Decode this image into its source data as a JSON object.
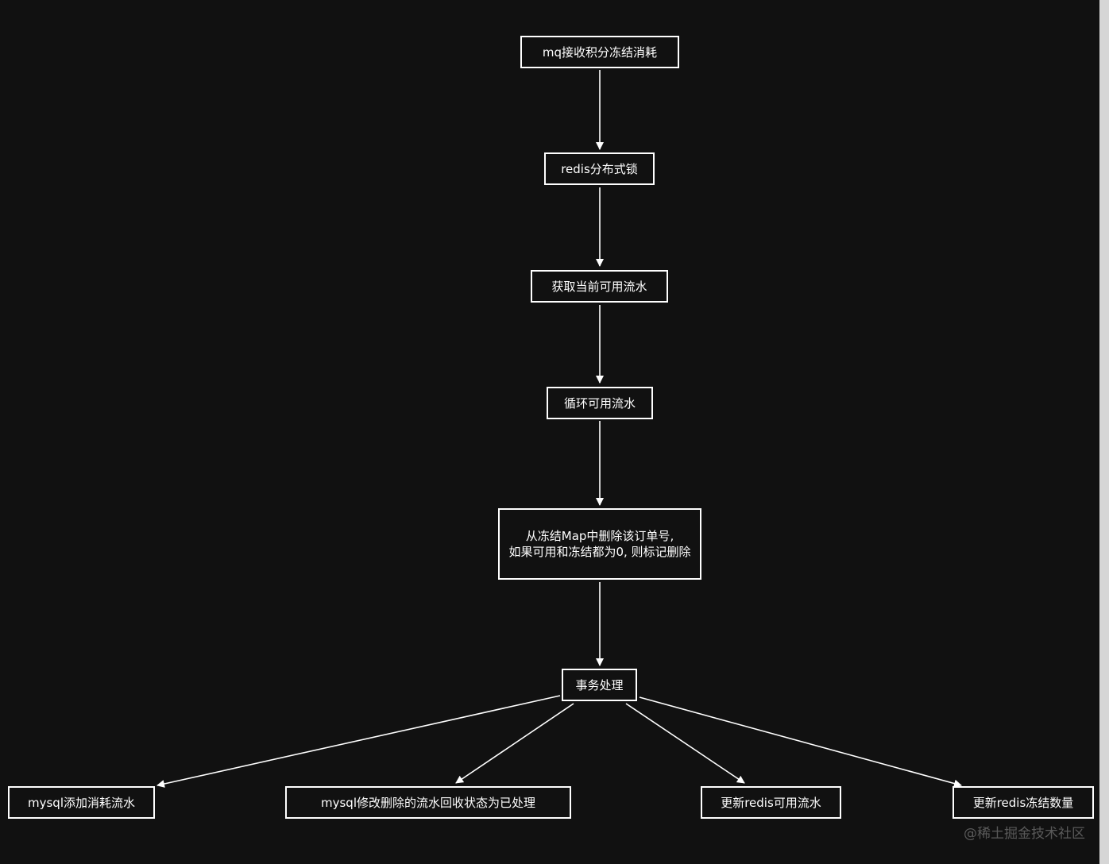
{
  "colors": {
    "background": "#111111",
    "node_border": "#ffffff",
    "text": "#ffffff",
    "edge": "#ffffff",
    "watermark": "#5a5a5a"
  },
  "nodes": {
    "mq": "mq接收积分冻结消耗",
    "lock": "redis分布式锁",
    "fetch": "获取当前可用流水",
    "loop": "循环可用流水",
    "remove_line1": "从冻结Map中删除该订单号,",
    "remove_line2": "如果可用和冻结都为0, 则标记删除",
    "tx": "事务处理",
    "out1": "mysql添加消耗流水",
    "out2": "mysql修改删除的流水回收状态为已处理",
    "out3": "更新redis可用流水",
    "out4": "更新redis冻结数量"
  },
  "edges": [
    {
      "from": "mq",
      "to": "lock"
    },
    {
      "from": "lock",
      "to": "fetch"
    },
    {
      "from": "fetch",
      "to": "loop"
    },
    {
      "from": "loop",
      "to": "remove"
    },
    {
      "from": "remove",
      "to": "tx"
    },
    {
      "from": "tx",
      "to": "out1"
    },
    {
      "from": "tx",
      "to": "out2"
    },
    {
      "from": "tx",
      "to": "out3"
    },
    {
      "from": "tx",
      "to": "out4"
    }
  ],
  "watermark": "@稀土掘金技术社区"
}
